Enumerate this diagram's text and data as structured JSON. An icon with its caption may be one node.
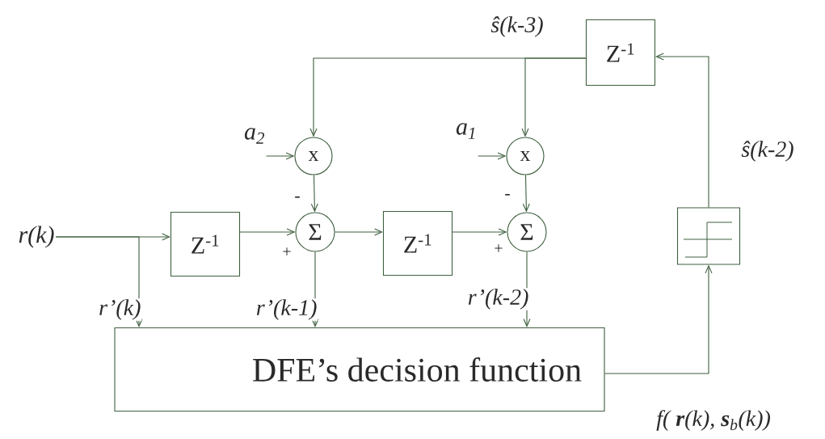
{
  "diagram": {
    "nodes": [
      {
        "text": [
          "r(k)"
        ]
      },
      {
        "text": [
          "Z$^{-1}$"
        ]
      },
      {
        "text": [
          "Σ"
        ]
      },
      {
        "text": [
          "Z$^{-1}$"
        ]
      },
      {
        "text": [
          "Σ"
        ]
      },
      {
        "text": [
          "x"
        ]
      },
      {
        "text": [
          "x"
        ]
      },
      {
        "text": [
          "Z$^{-1}$"
        ]
      },
      {
        "text": [],
        "shape": "box"
      },
      {
        "text": [
          "DFE’s decision function"
        ]
      },
      {
        "text": [
          "a$_{2}$"
        ]
      },
      {
        "text": [
          "a$_{1}$"
        ]
      }
    ],
    "edges": [
      {
        "from": 0,
        "to": 1,
        "arrow": "to"
      },
      {
        "from": 0,
        "to": 9,
        "arrow": "to",
        "label": "r’(k)"
      },
      {
        "from": 1,
        "to": 2,
        "arrow": "to"
      },
      {
        "from": 5,
        "to": 2,
        "arrow": "to"
      },
      {
        "from": 2,
        "to": 3,
        "arrow": "to"
      },
      {
        "from": 2,
        "to": 9,
        "arrow": "to",
        "label": "r’(k-1)"
      },
      {
        "from": 3,
        "to": 4,
        "arrow": "to"
      },
      {
        "from": 6,
        "to": 4,
        "arrow": "to"
      },
      {
        "from": 4,
        "to": 9,
        "arrow": "to",
        "label": "r’(k-2)"
      },
      {
        "from": 9,
        "to": 8,
        "arrow": "to",
        "label": "f( **r**(k), **s**$_{b}$(k))"
      },
      {
        "from": 8,
        "to": 7,
        "arrow": "to",
        "label": "ŝ(k-2)"
      },
      {
        "from": 7,
        "to": 5,
        "arrow": "to",
        "label": "ŝ(k-3)"
      },
      {
        "from": 7,
        "to": 6,
        "arrow": "to"
      },
      {
        "from": 10,
        "to": 5,
        "arrow": "to"
      },
      {
        "from": 11,
        "to": 6,
        "arrow": "to"
      }
    ],
    "labels": [
      "-",
      "-",
      "+",
      "+"
    ]
  }
}
